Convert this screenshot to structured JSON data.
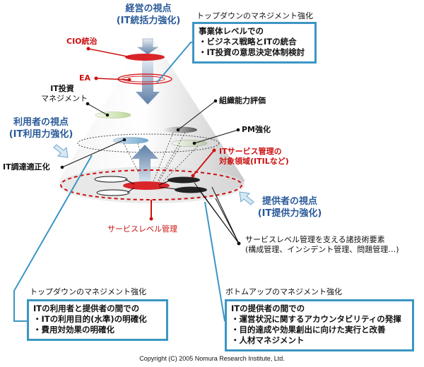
{
  "perspectives": {
    "management": {
      "title": "経営の視点",
      "subtitle": "(IT統括力強化)"
    },
    "user": {
      "title": "利用者の視点",
      "subtitle": "(IT利用力強化)"
    },
    "provider": {
      "title": "提供者の視点",
      "subtitle": "(IT提供力強化)"
    }
  },
  "labels": {
    "cio": "CIO統治",
    "ea": "EA",
    "it_investment_line1": "IT投資",
    "it_investment_line2": "マネジメント",
    "org_capability": "組織能力評価",
    "pm": "PM強化",
    "it_procurement": "IT調達適正化",
    "itsm_scope_line1": "ITサービス管理の",
    "itsm_scope_line2": "対象領域(ITILなど)",
    "slm": "サービスレベル管理",
    "tech_elements_line1": "サービスレベル管理を支える諸技術要素",
    "tech_elements_line2": "(構成管理、インシデント管理、問題管理…)"
  },
  "boxes": {
    "top_management": {
      "caption": "トップダウンのマネジメント強化",
      "lines": [
        "事業体レベルでの",
        "・ビジネス戦略とITの統合",
        "・IT投資の意思決定体制検討"
      ]
    },
    "top_user": {
      "caption": "トップダウンのマネジメント強化",
      "lines": [
        "ITの利用者と提供者の間での",
        "・ITの利用目的(水準)の明確化",
        "・費用対効果の明確化"
      ]
    },
    "bottom_up": {
      "caption": "ボトムアップのマネジメント強化",
      "lines": [
        "ITの提供者の間での",
        "・運営状況に関するアカウンタビリティの発揮",
        "・目的達成や効果創出に向けた実行と改善",
        "・人材マネジメント"
      ]
    }
  },
  "copyright": "Copyright (C) 2005 Nomura Research Institute, Ltd.",
  "colors": {
    "accent_red": "#cc1111",
    "accent_blue": "#3b96c4",
    "heading_blue": "#2a5a99"
  }
}
